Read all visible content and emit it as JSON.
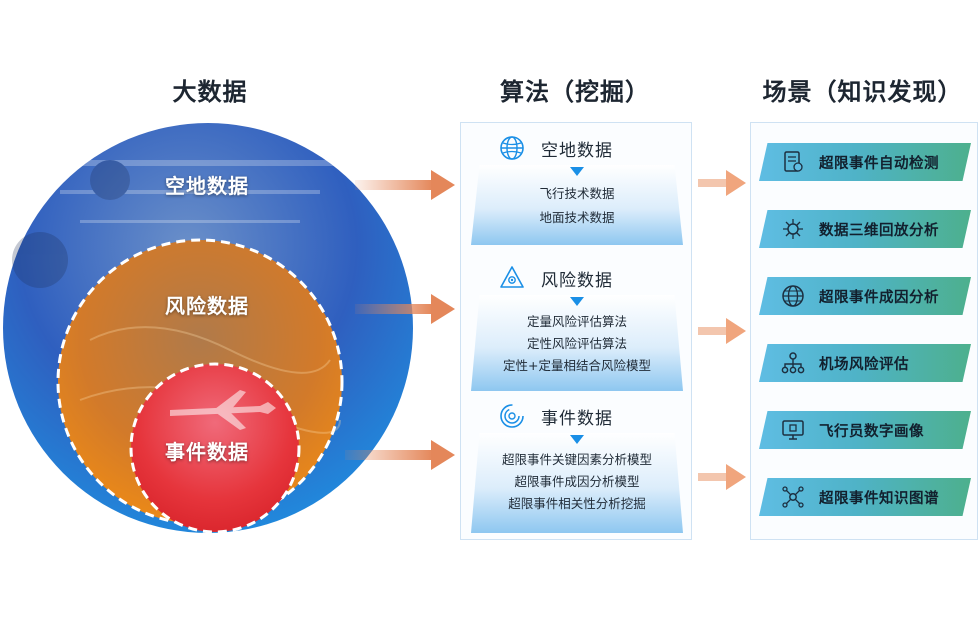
{
  "titles": {
    "big_data": "大数据",
    "algorithm": "算法（挖掘）",
    "scenario": "场景（知识发现）"
  },
  "circles": {
    "outer": "空地数据",
    "middle": "风险数据",
    "inner": "事件数据"
  },
  "algorithms": [
    {
      "title": "空地数据",
      "icon": "globe-network-icon",
      "items": [
        "飞行技术数据",
        "地面技术数据"
      ]
    },
    {
      "title": "风险数据",
      "icon": "warning-triangle-icon",
      "items": [
        "定量风险评估算法",
        "定性风险评估算法",
        "定性+定量相结合风险模型"
      ]
    },
    {
      "title": "事件数据",
      "icon": "spiral-target-icon",
      "items": [
        "超限事件关键因素分析模型",
        "超限事件成因分析模型",
        "超限事件相关性分析挖掘"
      ]
    }
  ],
  "scenarios": [
    {
      "label": "超限事件自动检测",
      "icon": "document-check-icon"
    },
    {
      "label": "数据三维回放分析",
      "icon": "cube-network-icon"
    },
    {
      "label": "超限事件成因分析",
      "icon": "globe-icon"
    },
    {
      "label": "机场风险评估",
      "icon": "hierarchy-icon"
    },
    {
      "label": "飞行员数字画像",
      "icon": "monitor-chip-icon"
    },
    {
      "label": "超限事件知识图谱",
      "icon": "knowledge-graph-icon"
    }
  ],
  "colors": {
    "outer_circle": "#2f6fd6",
    "middle_circle": "#e8821c",
    "inner_circle": "#e53a3a",
    "arrow": "#e4875a",
    "icon_blue": "#1a8fe6",
    "scene_start": "#5fbde3",
    "scene_end": "#4db08d"
  }
}
